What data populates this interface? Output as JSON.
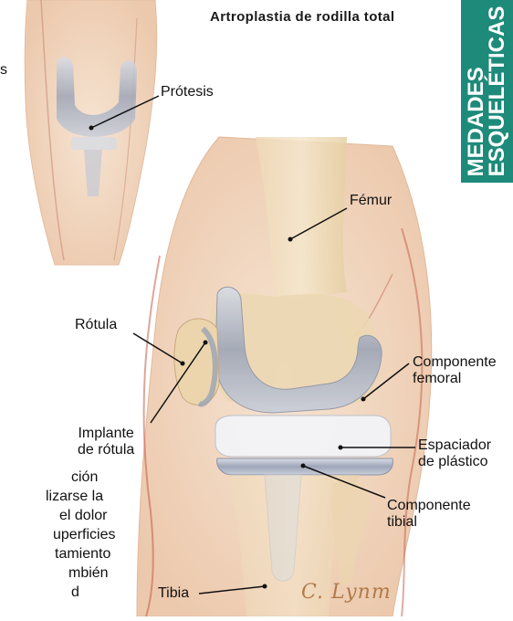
{
  "title": "Artroplastia de rodilla total",
  "side_tab": {
    "lines": [
      "MEDADES",
      "ESQUELÉTICAS"
    ],
    "color": "#1e8a7a"
  },
  "labels": {
    "protesis": "Prótesis",
    "femur": "Fémur",
    "rotula": "Rótula",
    "componente_femoral": [
      "Componente",
      "femoral"
    ],
    "implante_rotula": [
      "Implante",
      "de rótula"
    ],
    "espaciador": [
      "Espaciador",
      "de plástico"
    ],
    "componente_tibial": [
      "Componente",
      "tibial"
    ],
    "tibia": "Tibia"
  },
  "partial_left_char": "s",
  "body_text_lines": [
    "ción",
    "lizarse la",
    "el dolor",
    "uperficies",
    "tamiento",
    "mbién",
    "d"
  ],
  "signature": "C. Lynm",
  "colors": {
    "skin": "#f2dcc6",
    "bone": "#e9d3a9",
    "metal": "#b9bfcc",
    "label_line": "#111111"
  }
}
